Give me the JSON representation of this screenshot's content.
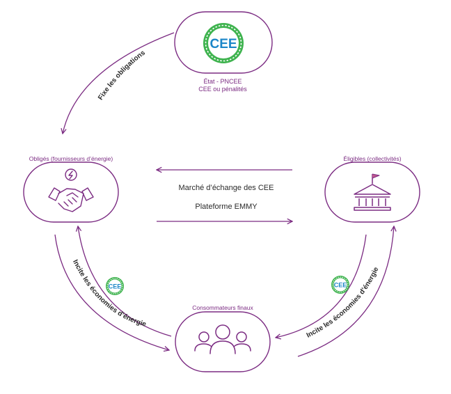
{
  "colors": {
    "purple": "#7b2b82",
    "green": "#3fb34f",
    "blue": "#1b86c8",
    "dark": "#2a2a2a",
    "pink": "#c0598f"
  },
  "badge_text": "CEE",
  "state": {
    "line1": "État - PNCEE",
    "line2": "CEE ou pénalités",
    "icon": "cee-badge-icon"
  },
  "obliges": {
    "label": "Obligés (fournisseurs d’énergie)",
    "icon": "handshake-icon"
  },
  "eligibles": {
    "label": "Éligibles (collectivités)",
    "icon": "town-hall-icon"
  },
  "consumers": {
    "label": "Consommateurs finaux",
    "icon": "people-group-icon"
  },
  "market": {
    "line1": "Marché d’échange des CEE",
    "line2": "Plateforme EMMY"
  },
  "arrows": {
    "fixes": "Fixe les obligations",
    "incite_left": "Incite les économies d’énergie",
    "incite_right": "Incite les économies d’énergie"
  }
}
